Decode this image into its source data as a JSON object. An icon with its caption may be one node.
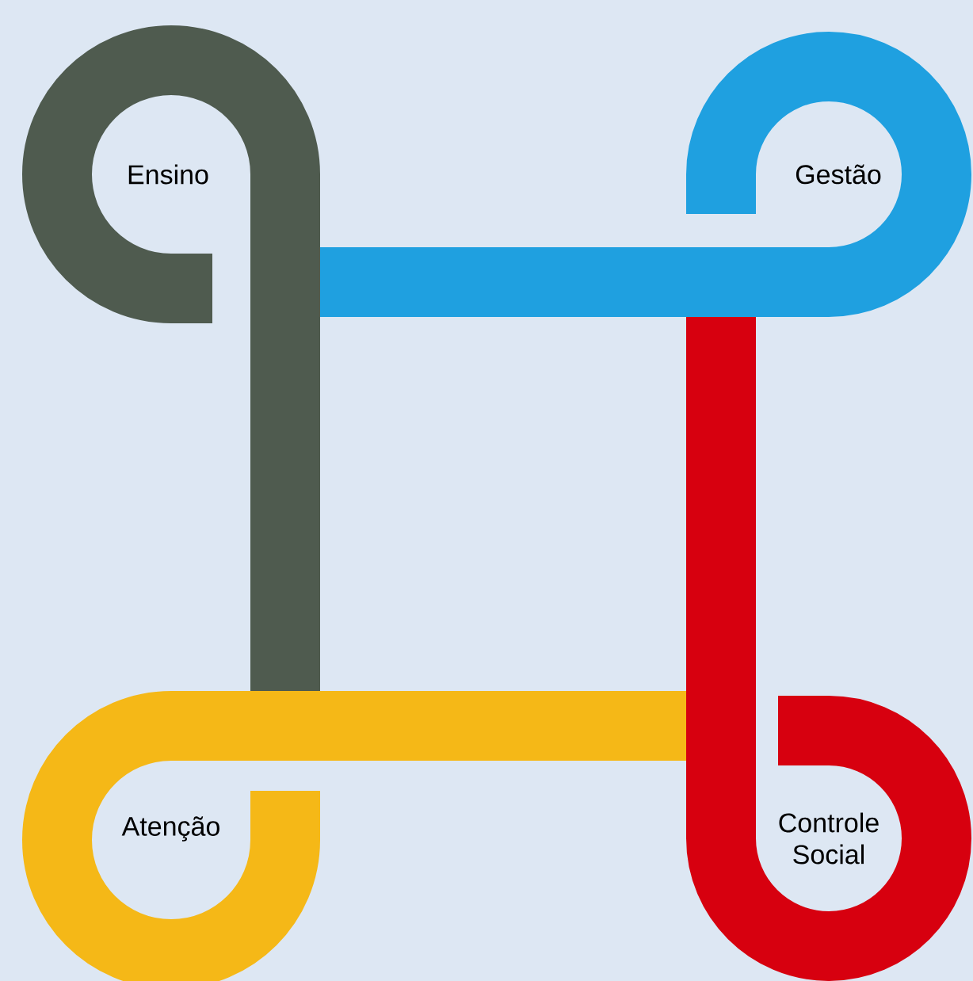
{
  "diagram": {
    "nodes": [
      {
        "text": [
          "Ensino"
        ]
      },
      {
        "text": [
          "Gestão"
        ]
      },
      {
        "text": [
          "Atenção"
        ]
      },
      {
        "text": [
          "Controle Social"
        ]
      }
    ]
  }
}
